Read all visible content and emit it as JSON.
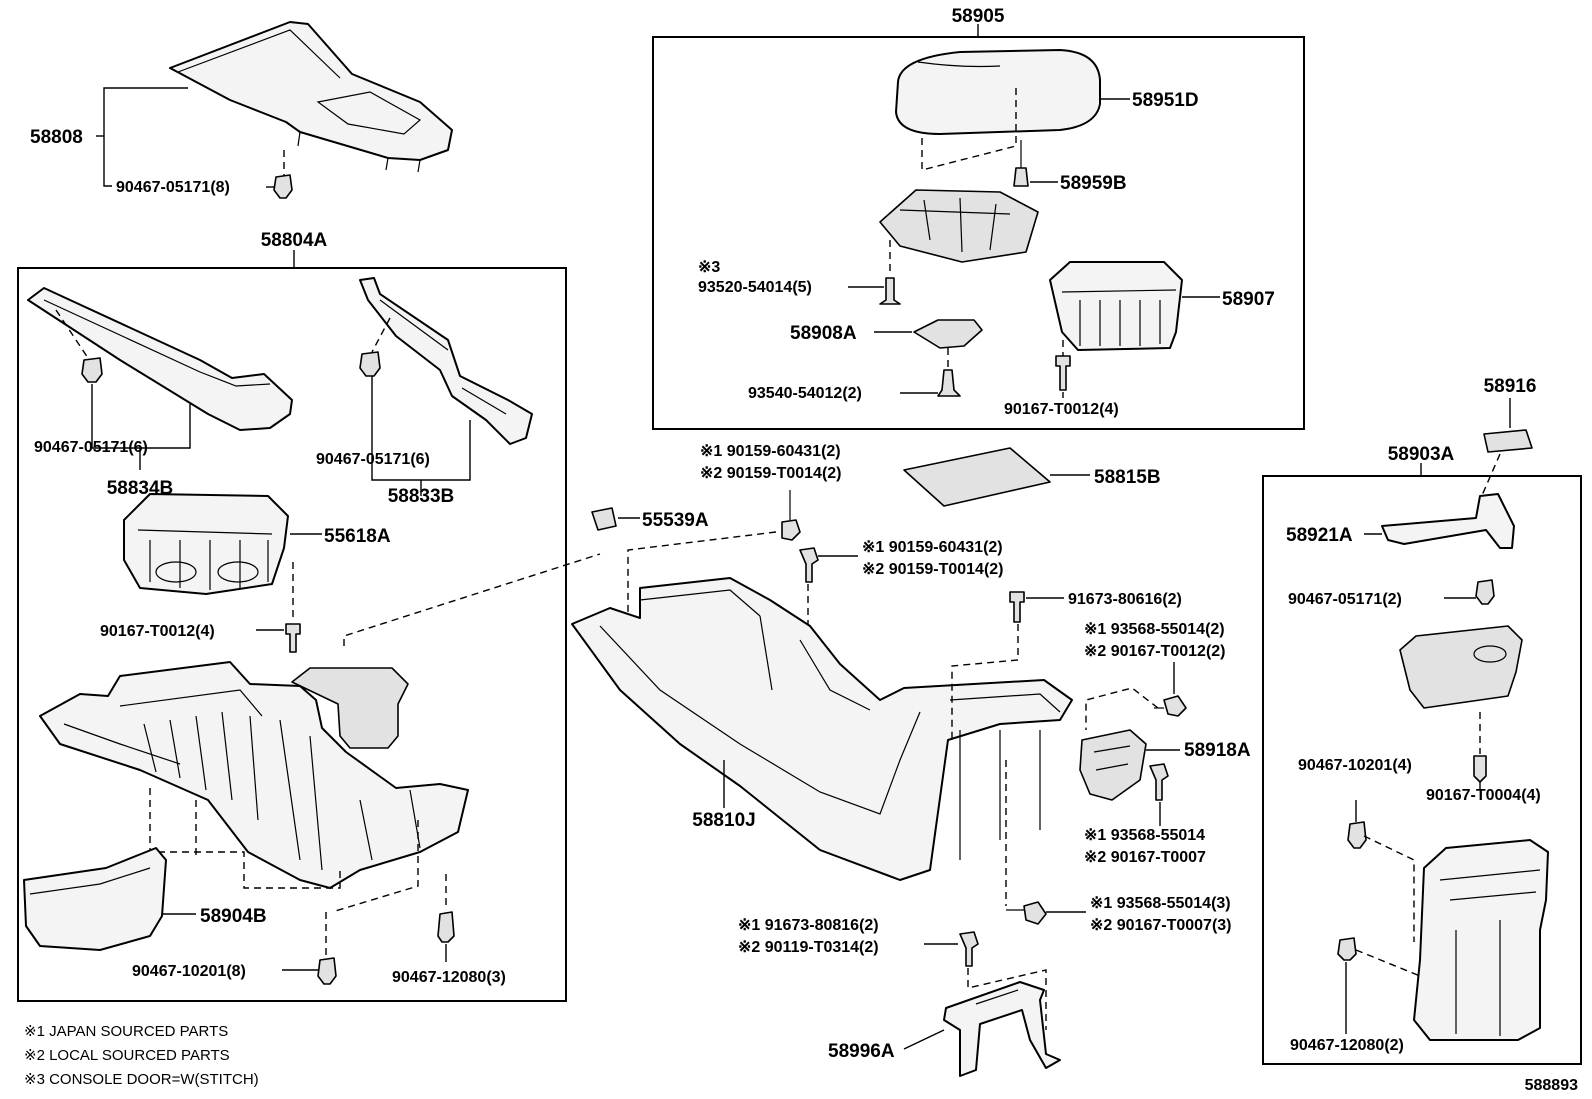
{
  "labels": {
    "p58905": "58905",
    "p58951D": "58951D",
    "p58959B": "58959B",
    "p93520_mark": "※3",
    "p93520": "93520-54014(5)",
    "p58907": "58907",
    "p58908A": "58908A",
    "p93540": "93540-54012(2)",
    "p90167_T0012_4_top": "90167-T0012(4)",
    "p58808": "58808",
    "p90467_05171_8": "90467-05171(8)",
    "p58804A": "58804A",
    "p90467_05171_6_left": "90467-05171(6)",
    "p58834B": "58834B",
    "p90467_05171_6_right": "90467-05171(6)",
    "p58833B": "58833B",
    "p55618A": "55618A",
    "p90167_T0012_4_left": "90167-T0012(4)",
    "p58904B": "58904B",
    "p90467_10201_8": "90467-10201(8)",
    "p90467_12080_3": "90467-12080(3)",
    "p55539A": "55539A",
    "p90159_a1": "※1 90159-60431(2)",
    "p90159_a2": "※2 90159-T0014(2)",
    "p90159_b1": "※1 90159-60431(2)",
    "p90159_b2": "※2 90159-T0014(2)",
    "p58815B": "58815B",
    "p91673_80616": "91673-80616(2)",
    "p93568_a1": "※1 93568-55014(2)",
    "p93568_a2": "※2 90167-T0012(2)",
    "p58918A": "58918A",
    "p93568_b1": "※1 93568-55014",
    "p93568_b2": "※2 90167-T0007",
    "p93568_c1": "※1 93568-55014(3)",
    "p93568_c2": "※2 90167-T0007(3)",
    "p58810J": "58810J",
    "p91673_80816_1": "※1 91673-80816(2)",
    "p91673_80816_2": "※2 90119-T0314(2)",
    "p58996A": "58996A",
    "p58916": "58916",
    "p58903A": "58903A",
    "p58921A": "58921A",
    "p90467_05171_2": "90467-05171(2)",
    "p90467_10201_4": "90467-10201(4)",
    "p90167_T0004_4": "90167-T0004(4)",
    "p90467_12080_2": "90467-12080(2)"
  },
  "notes": {
    "n1": "※1 JAPAN SOURCED PARTS",
    "n2": "※2 LOCAL SOURCED PARTS",
    "n3": "※3 CONSOLE DOOR=W(STITCH)"
  },
  "diagram_id": "588893"
}
